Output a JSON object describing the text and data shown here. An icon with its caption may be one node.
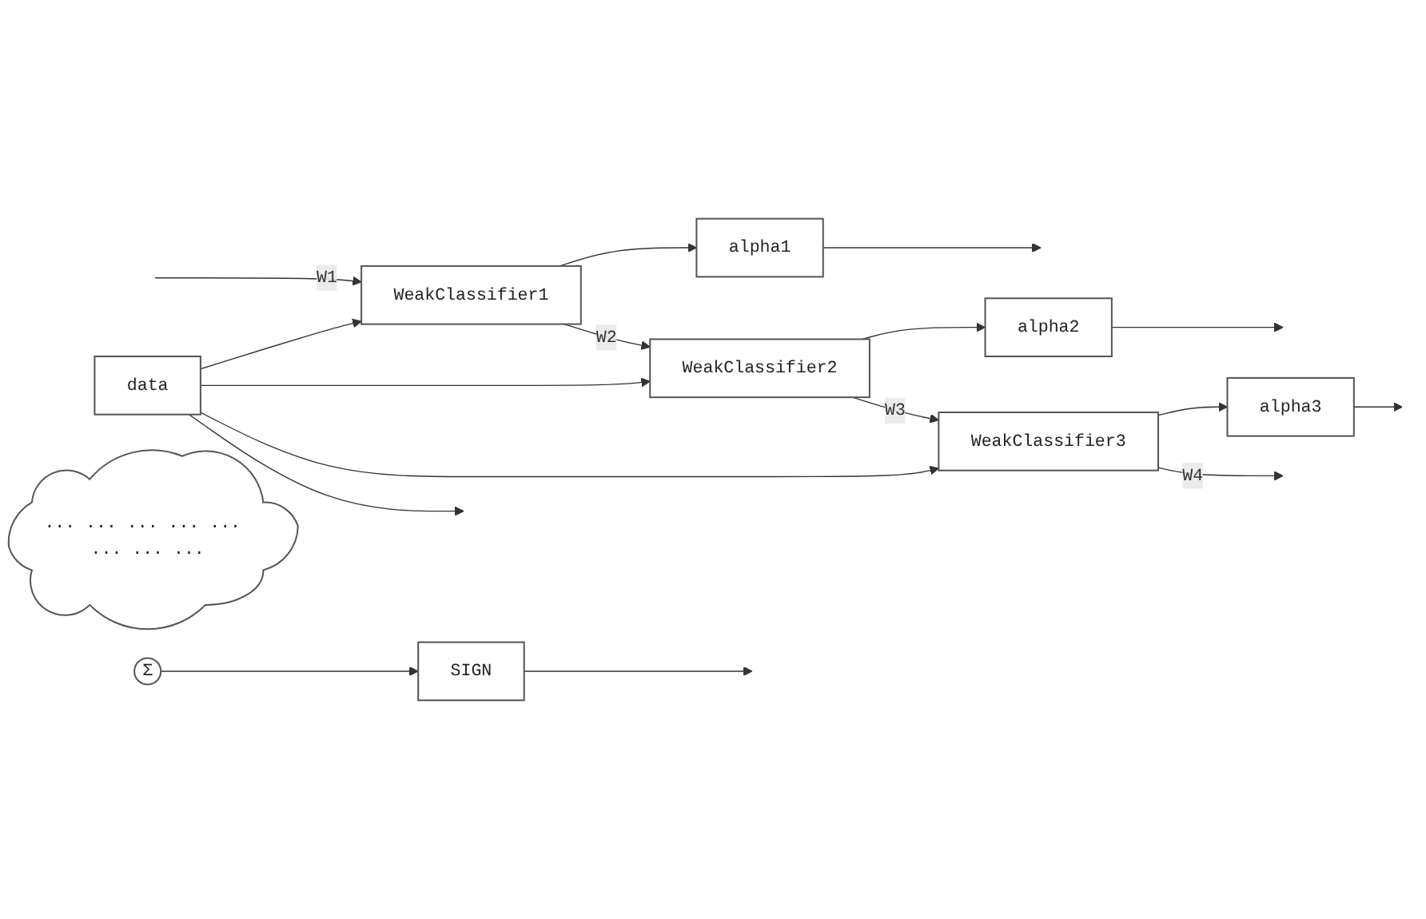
{
  "diagram": {
    "nodes": [
      {
        "text": [
          "data"
        ]
      },
      {
        "text": [
          "WeakClassifier1"
        ]
      },
      {
        "text": [
          "alpha1"
        ]
      },
      {
        "text": [
          "WeakClassifier2"
        ]
      },
      {
        "text": [
          "alpha2"
        ]
      },
      {
        "text": [
          "WeakClassifier3"
        ]
      },
      {
        "text": [
          "alpha3"
        ]
      },
      {
        "text": [
          "Σ"
        ]
      },
      {
        "text": [
          "SIGN"
        ]
      },
      {
        "text": [
          "... ... ... ... ... ... ... ..."
        ]
      }
    ],
    "edges": [
      {
        "from": null,
        "to": 1,
        "arrow": "to",
        "label": "W1"
      },
      {
        "from": 0,
        "to": 1,
        "arrow": "to"
      },
      {
        "from": 1,
        "to": 2,
        "arrow": "to"
      },
      {
        "from": 2,
        "to": null,
        "arrow": "to"
      },
      {
        "from": 1,
        "to": 3,
        "arrow": "to",
        "label": "W2"
      },
      {
        "from": 0,
        "to": 3,
        "arrow": "to"
      },
      {
        "from": 3,
        "to": 4,
        "arrow": "to"
      },
      {
        "from": 4,
        "to": null,
        "arrow": "to"
      },
      {
        "from": 3,
        "to": 5,
        "arrow": "to",
        "label": "W3"
      },
      {
        "from": 0,
        "to": 5,
        "arrow": "to"
      },
      {
        "from": 5,
        "to": 6,
        "arrow": "to"
      },
      {
        "from": 6,
        "to": null,
        "arrow": "to"
      },
      {
        "from": 5,
        "to": null,
        "arrow": "to",
        "label": "W4"
      },
      {
        "from": 0,
        "to": null,
        "arrow": "to"
      },
      {
        "from": 7,
        "to": 8,
        "arrow": "to"
      },
      {
        "from": 8,
        "to": null,
        "arrow": "to"
      }
    ]
  }
}
